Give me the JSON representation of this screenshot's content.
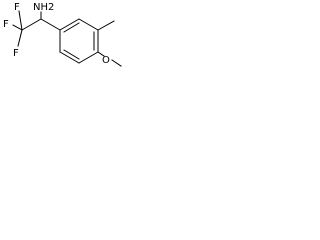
{
  "molecule": {
    "atoms": {
      "nh2": "NH2",
      "f_left": "F",
      "f_top": "F",
      "f_bottom": "F",
      "o": "O"
    },
    "colors": {
      "bond": "#000000",
      "label": "#000000",
      "background": "#ffffff"
    }
  }
}
